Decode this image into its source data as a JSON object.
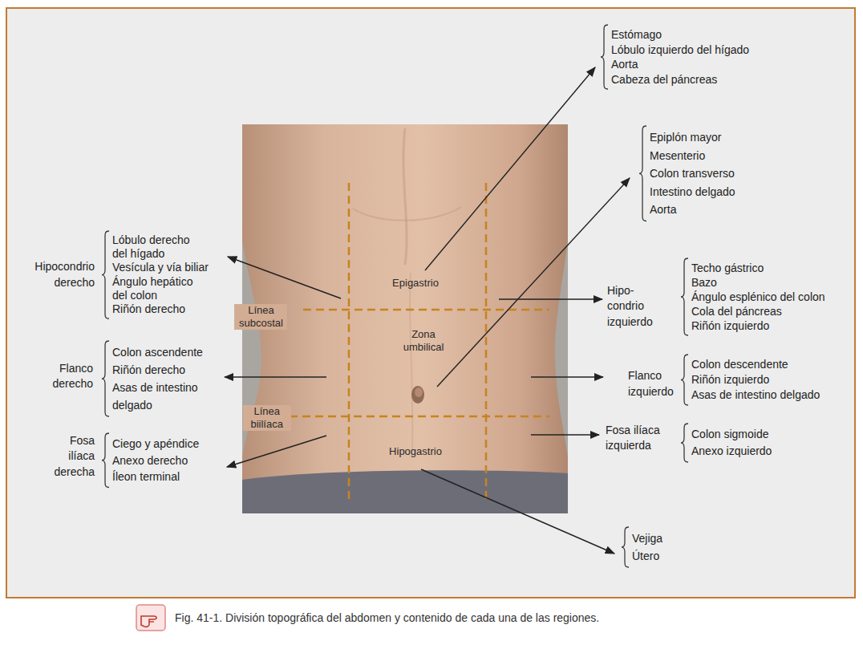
{
  "diagram": {
    "caption": "Fig. 41-1. División topográfica del abdomen y contenido de cada una de las regiones.",
    "nodes": [
      {
        "text": [
          "Estómago",
          "Lóbulo izquierdo del hígado",
          "Aorta",
          "Cabeza del páncreas"
        ]
      },
      {
        "text": [
          "Epiplón mayor",
          "Mesenterio",
          "Colon transverso",
          "Intestino delgado",
          "Aorta"
        ]
      },
      {
        "text": [
          "Hipocondrio derecho",
          "Lóbulo derecho del hígado",
          "Vesícula y vía biliar",
          "Ángulo hepático del colon",
          "Riñón derecho"
        ]
      },
      {
        "text": [
          "Hipo- condrio izquierdo",
          "Techo gástrico",
          "Bazo",
          "Ángulo esplénico del colon",
          "Cola del páncreas",
          "Riñón izquierdo"
        ]
      },
      {
        "text": [
          "Flanco derecho",
          "Colon ascendente",
          "Riñón derecho",
          "Asas de intestino delgado"
        ]
      },
      {
        "text": [
          "Flanco izquierdo",
          "Colon descendente",
          "Riñón izquierdo",
          "Asas de intestino delgado"
        ]
      },
      {
        "text": [
          "Fosa ilíaca derecha",
          "Ciego y apéndice",
          "Anexo derecho",
          "Íleon terminal"
        ]
      },
      {
        "text": [
          "Fosa ilíaca izquierda",
          "Colon sigmoide",
          "Anexo izquierdo"
        ]
      },
      {
        "text": [
          "Vejiga",
          "Útero"
        ]
      }
    ],
    "labels": [
      "Epigastrio",
      "Zona umbilical",
      "Hipogastrio",
      "Línea subcostal",
      "Línea biilíaca"
    ]
  }
}
